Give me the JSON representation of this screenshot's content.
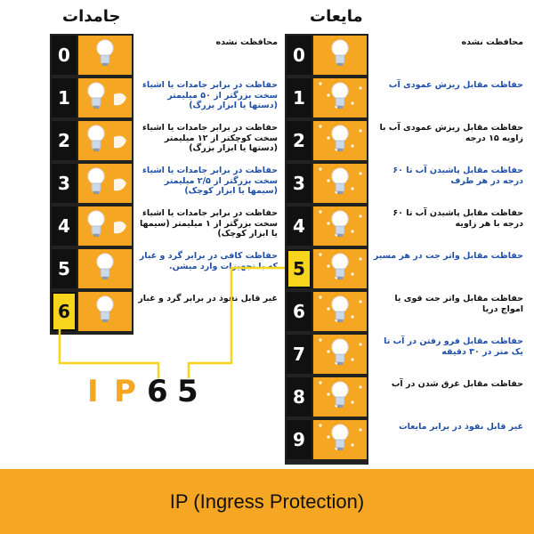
{
  "solids": {
    "title": "جامدات",
    "rows": [
      {
        "num": "0",
        "text": "محافظت نشده",
        "blue": false,
        "highlight": false
      },
      {
        "num": "1",
        "text": "حفاظت در برابر جامدات یا اشیاء سخت بزرگتر از ۵۰ میلیمتر (دستها یا ابزار بزرگ)",
        "blue": true,
        "highlight": false
      },
      {
        "num": "2",
        "text": "حفاظت در برابر جامدات یا اشیاء سخت کوچکتر از ۱۲ میلیمتر (دستها یا ابزار بزرگ)",
        "blue": false,
        "highlight": false
      },
      {
        "num": "3",
        "text": "حفاظت در برابر جامدات یا اشیاء سخت بزرگتر از ۲/۵ میلیمتر (سیمها یا ابزار کوچک)",
        "blue": true,
        "highlight": false
      },
      {
        "num": "4",
        "text": "حفاظت در برابر جامدات یا اشیاء سخت بزرگتر از ۱ میلیمتر (سیمها یا ابزار کوچک)",
        "blue": false,
        "highlight": false
      },
      {
        "num": "5",
        "text": "حفاظت کافی در برابر گرد و غبار که با تجهیزات وارد میشن.",
        "blue": true,
        "highlight": false
      },
      {
        "num": "6",
        "text": "غیر قابل نفوذ در برابر گرد و غبار",
        "blue": false,
        "highlight": true
      }
    ]
  },
  "liquids": {
    "title": "مایعات",
    "rows": [
      {
        "num": "0",
        "text": "محافظت نشده",
        "blue": false,
        "highlight": false
      },
      {
        "num": "1",
        "text": "حفاظت مقابل ریزش عمودی آب",
        "blue": true,
        "highlight": false
      },
      {
        "num": "2",
        "text": "حفاظت مقابل ریزش عمودی آب با زاویه ۱۵ درجه",
        "blue": false,
        "highlight": false
      },
      {
        "num": "3",
        "text": "حفاظت مقابل پاشیدن آب تا ۶۰ درجه در هر طرف",
        "blue": true,
        "highlight": false
      },
      {
        "num": "4",
        "text": "حفاظت مقابل پاشیدن آب تا ۶۰ درجه با هر زاویه",
        "blue": false,
        "highlight": false
      },
      {
        "num": "5",
        "text": "حفاظت مقابل واتر جت در هر مسیر",
        "blue": true,
        "highlight": true
      },
      {
        "num": "6",
        "text": "حفاظت مقابل واتر جت قوی یا امواج دریا",
        "blue": false,
        "highlight": false
      },
      {
        "num": "7",
        "text": "حفاظت مقابل فرو رفتن در آب تا یک متر در ۳۰ دقیقه",
        "blue": true,
        "highlight": false
      },
      {
        "num": "8",
        "text": "حفاظت مقابل غرق شدن در آب",
        "blue": false,
        "highlight": false
      },
      {
        "num": "9",
        "text": "غیر قابل نفوذ در برابر مایعات",
        "blue": true,
        "highlight": false
      }
    ]
  },
  "code": {
    "i": "I",
    "p": "P",
    "d1": "6",
    "d2": "5"
  },
  "footer": "IP (Ingress Protection)",
  "colors": {
    "orange": "#f5a623",
    "yellow": "#f7d51d",
    "blue": "#1f4fa8",
    "code_orange": "#f5a623"
  }
}
